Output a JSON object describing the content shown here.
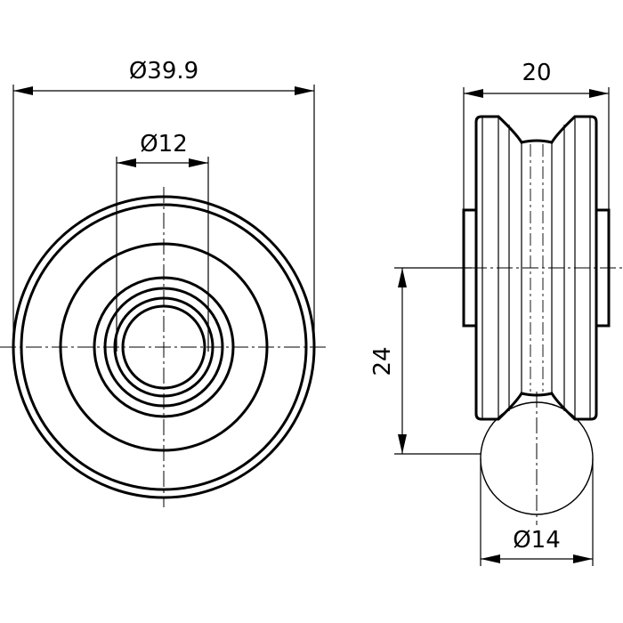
{
  "front_view": {
    "outer_diameter_label": "Ø39.9",
    "bore_diameter_label": "Ø12"
  },
  "side_view": {
    "width_label": "20",
    "center_height_label": "24",
    "rod_diameter_label": "Ø14"
  }
}
